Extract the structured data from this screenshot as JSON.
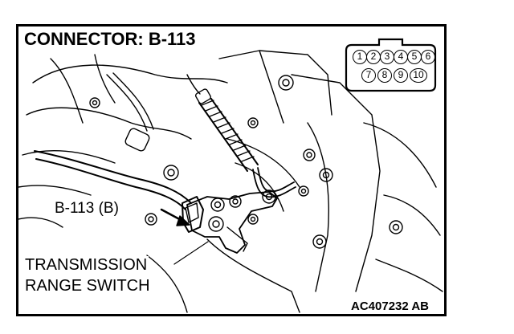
{
  "title": "CONNECTOR: B-113",
  "callout_label": "B-113 (B)",
  "component_label_line1": "TRANSMISSION",
  "component_label_line2": "RANGE SWITCH",
  "figure_code": "AC407232 AB",
  "connector": {
    "pins_top": [
      "1",
      "2",
      "3",
      "4",
      "5",
      "6"
    ],
    "pins_bottom": [
      "7",
      "8",
      "9",
      "10"
    ]
  }
}
